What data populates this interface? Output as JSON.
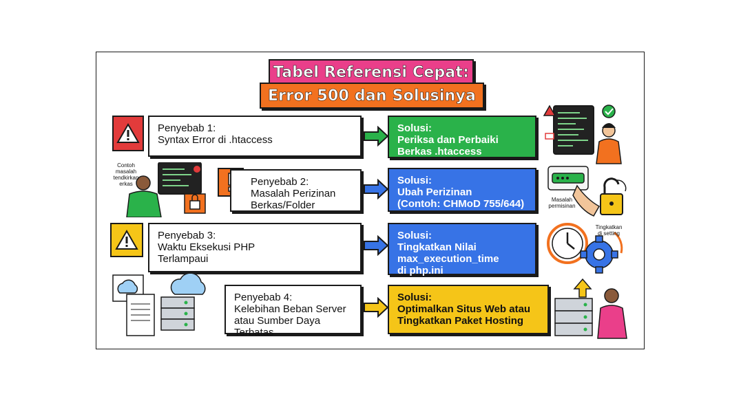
{
  "title": {
    "line1": "Tabel Referensi Cepat:",
    "line2": "Error 500 dan Solusinya"
  },
  "rows": [
    {
      "cause_head": "Penyebab 1:",
      "cause_body": "Syntax Error di .htaccess",
      "solution_head": "Solusi:",
      "solution_body": "Periksa dan Perbaiki\nBerkas .htaccess",
      "color": "#2ab24a",
      "warn_color": "#e23b3b"
    },
    {
      "cause_head": "Penyebab 2:",
      "cause_body": "Masalah Perizinan\nBerkas/Folder",
      "solution_head": "Solusi:",
      "solution_body": "Ubah Perizinan\n(Contoh: CHMoD 755/644)",
      "color": "#3773e6",
      "warn_color": "#f2711f"
    },
    {
      "cause_head": "Penyebab 3:",
      "cause_body": "Waktu Eksekusi PHP\nTerlampaui",
      "solution_head": "Solusi:",
      "solution_body": "Tingkatkan Nilai\nmax_execution_time\ndi php.ini",
      "color": "#3773e6",
      "warn_color": "#f5c518"
    },
    {
      "cause_head": "Penyebab 4:",
      "cause_body": "Kelebihan Beban Server\natau Sumber Daya\nTerbatas",
      "solution_head": "Solusi:",
      "solution_body": "Optimalkan Situs Web atau\nTingkatkan Paket Hosting",
      "color": "#f5c518",
      "warn_color": null
    }
  ],
  "annotations": {
    "example_error": "Contoh\nmasalah\ntendkirkan\nerkas",
    "permission_issue": "Masalah\npermisinan",
    "increase_setting": "Tingkatkan\ndi setting"
  }
}
